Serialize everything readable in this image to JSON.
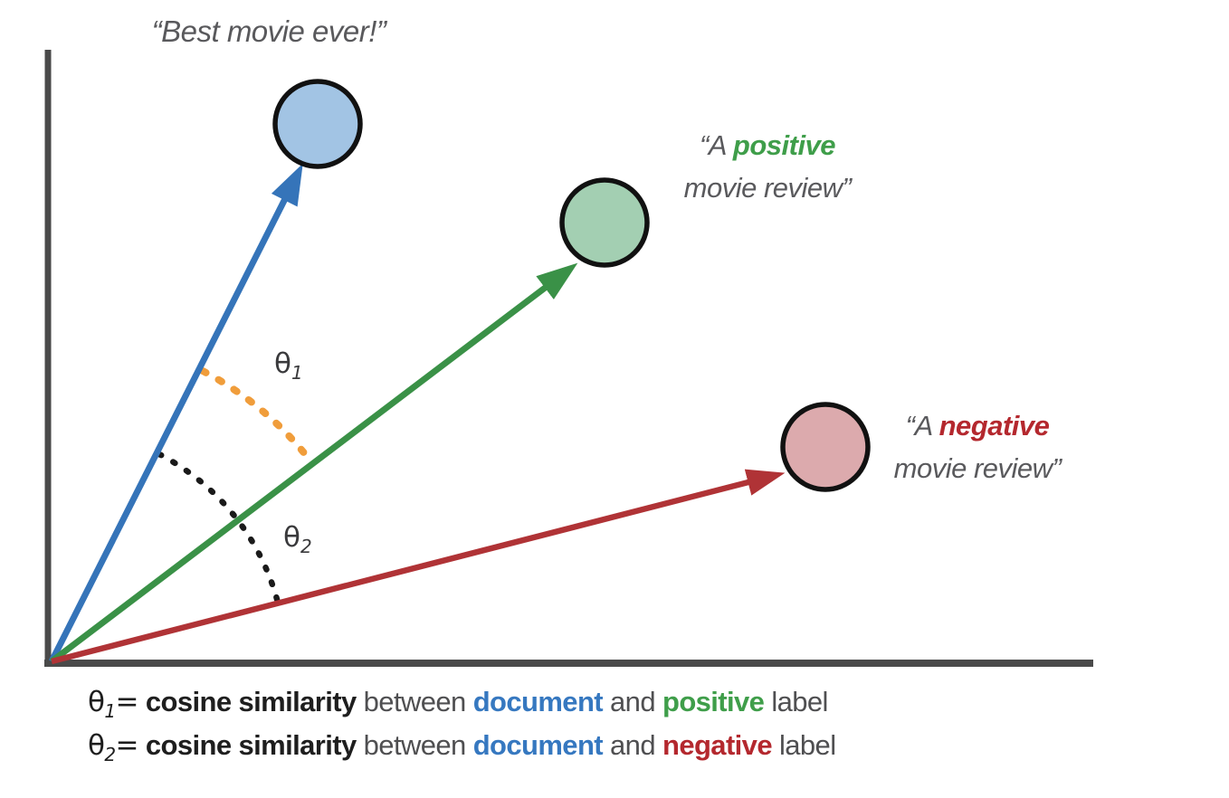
{
  "figure": {
    "background": "#ffffff",
    "axis_color": "#4a4a4a"
  },
  "colors": {
    "document": "#3574b9",
    "positive": "#3a9147",
    "negative": "#b03336",
    "document_fill": "#a2c4e4",
    "positive_fill": "#a3cfb2",
    "negative_fill": "#dcaaad",
    "arc_theta1": "#f09d3b",
    "arc_theta2": "#1a1a1a",
    "caption_document": "#3678c0",
    "caption_positive": "#3f9e4a",
    "caption_negative": "#b4282e"
  },
  "labels": {
    "document_quote": "“Best movie ever!”",
    "positive_quote": {
      "open": "“A ",
      "keyword": "positive",
      "line2": "movie review”"
    },
    "negative_quote": {
      "open": "“A ",
      "keyword": "negative",
      "line2": "movie review”"
    }
  },
  "angles": {
    "theta1": {
      "symbol": "θ",
      "subscript": "1"
    },
    "theta2": {
      "symbol": "θ",
      "subscript": "2"
    }
  },
  "caption": {
    "line1": {
      "theta": "θ",
      "sub": "1",
      "eq": "=",
      "similarity": "cosine similarity",
      "between": "between",
      "document": "document",
      "and": "and",
      "label_kind": "positive",
      "label_word": "label"
    },
    "line2": {
      "theta": "θ",
      "sub": "2",
      "eq": "=",
      "similarity": "cosine similarity",
      "between": "between",
      "document": "document",
      "and": "and",
      "label_kind": "negative",
      "label_word": "label"
    }
  }
}
